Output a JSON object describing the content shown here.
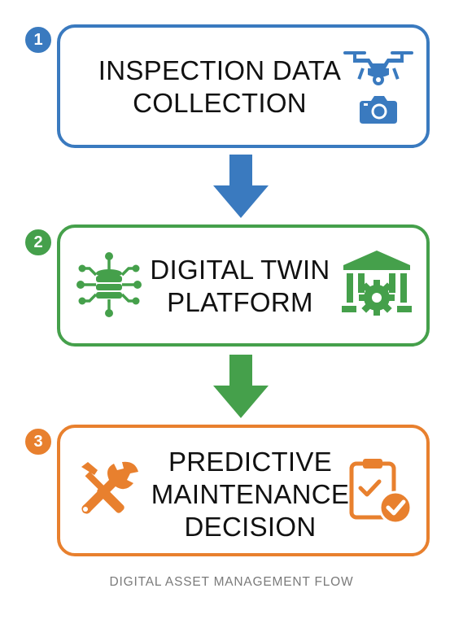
{
  "colors": {
    "blue": "#3a7abf",
    "green": "#45a04b",
    "orange": "#e8802e"
  },
  "steps": [
    {
      "number": "1",
      "lines": [
        "INSPECTION DATA",
        "COLLECTION"
      ],
      "icons": [
        "drone-icon",
        "camera-icon"
      ]
    },
    {
      "number": "2",
      "lines": [
        "DIGITAL TWIN",
        "PLATFORM"
      ],
      "icons": [
        "database-network-icon",
        "building-gear-icon"
      ]
    },
    {
      "number": "3",
      "lines": [
        "PREDICTIVE",
        "MAINTENANCE",
        "DECISION"
      ],
      "icons": [
        "wrench-screwdriver-icon",
        "clipboard-check-icon"
      ]
    }
  ],
  "footer": "DIGITAL ASSET MANAGEMENT FLOW"
}
